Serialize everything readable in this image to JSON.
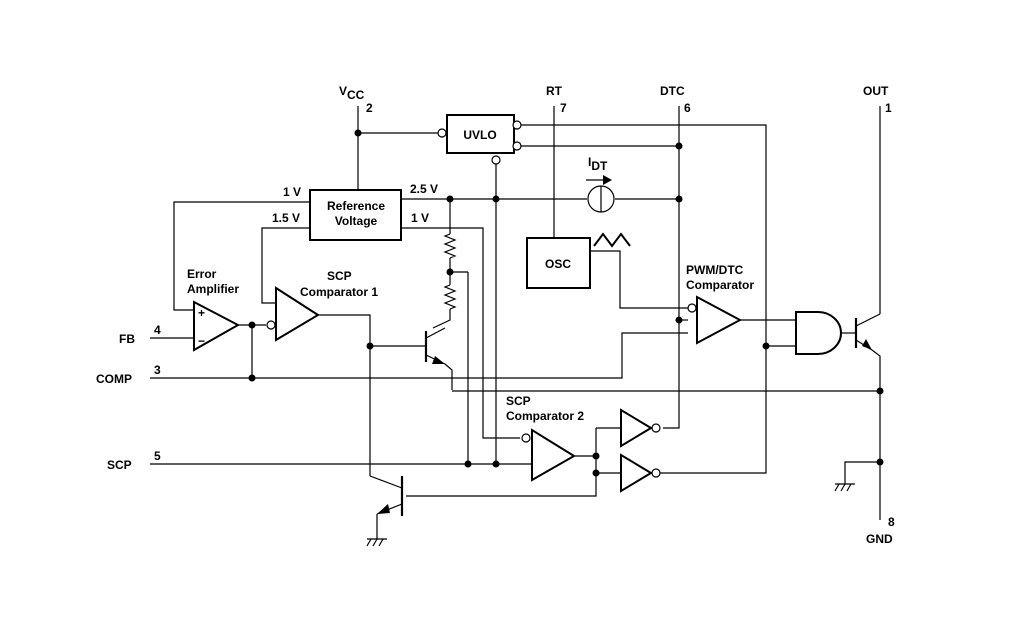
{
  "pins": {
    "vcc": {
      "name": "V",
      "sub": "CC",
      "number": "2"
    },
    "rt": {
      "name": "RT",
      "number": "7"
    },
    "dtc": {
      "name": "DTC",
      "number": "6"
    },
    "out": {
      "name": "OUT",
      "number": "1"
    },
    "fb": {
      "name": "FB",
      "number": "4"
    },
    "comp": {
      "name": "COMP",
      "number": "3"
    },
    "scp": {
      "name": "SCP",
      "number": "5"
    },
    "gnd": {
      "name": "GND",
      "number": "8"
    }
  },
  "blocks": {
    "uvlo": "UVLO",
    "reference_line1": "Reference",
    "reference_line2": "Voltage",
    "osc": "OSC"
  },
  "reference_outputs": {
    "left_top": "1 V",
    "left_bottom": "1.5 V",
    "right_top": "2.5 V",
    "right_bottom": "1 V"
  },
  "labels": {
    "error_amp_line1": "Error",
    "error_amp_line2": "Amplifier",
    "scp_comp1_line1": "SCP",
    "scp_comp1_line2": "Comparator 1",
    "scp_comp2_line1": "SCP",
    "scp_comp2_line2": "Comparator 2",
    "pwm_line1": "PWM/DTC",
    "pwm_line2": "Comparator",
    "idt_main": "I",
    "idt_sub": "DT",
    "plus": "+",
    "minus": "−"
  }
}
